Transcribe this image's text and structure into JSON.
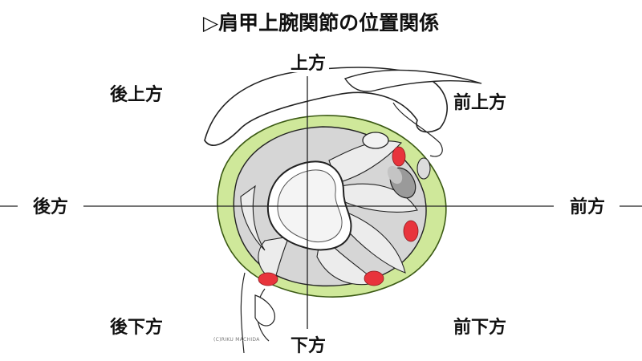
{
  "title": "▷肩甲上腕関節の位置関係",
  "directions": {
    "superior": "上方",
    "inferior": "下方",
    "posterior": "後方",
    "anterior": "前方",
    "posterior_superior": "後上方",
    "anterior_superior": "前上方",
    "posterior_inferior": "後下方",
    "anterior_inferior": "前下方"
  },
  "credit": "(C)RIKU MACHIDA",
  "colors": {
    "labrum_green": "#cfe89a",
    "tendon_red": "#e8343c",
    "capsule_gray": "#d6d6d6",
    "line": "#222222"
  }
}
